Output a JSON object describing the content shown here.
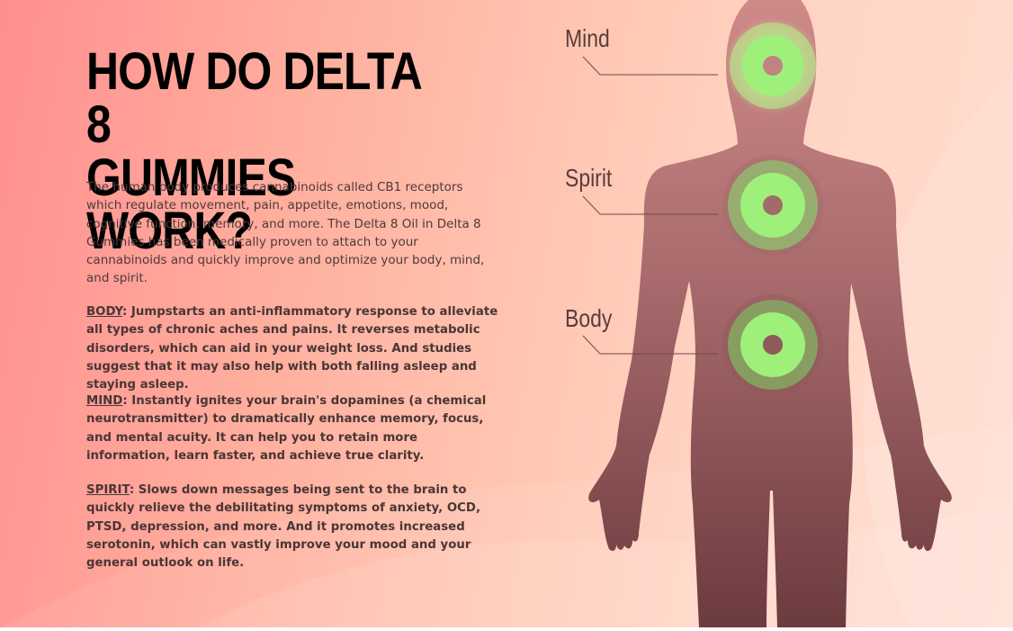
{
  "title": {
    "line1": "HOW DO DELTA 8",
    "line2": "GUMMIES WORK?"
  },
  "intro": "The human body produces cannabinoids called CB1 receptors which regulate movement, pain, appetite, emotions, mood, cognitive function, memory, and more. The Delta 8 Oil in Delta 8 Gummies has been medically proven to attach to your cannabinoids and quickly improve and optimize your body, mind, and spirit.",
  "benefits": {
    "body": {
      "tag": "BODY",
      "text": ": Jumpstarts an anti-inflammatory response to alleviate all types of chronic aches and pains. It reverses metabolic disorders, which can aid in your weight loss. And studies suggest that it may also help with both falling asleep and staying asleep."
    },
    "mind": {
      "tag": "MIND",
      "text": ": Instantly ignites your brain's dopamines (a chemical neurotransmitter) to dramatically enhance memory, focus, and mental acuity. It can help you to retain more information, learn faster, and achieve true clarity."
    },
    "spirit": {
      "tag": "SPIRIT",
      "text": ": Slows down messages being sent to the brain to quickly relieve the debilitating symptoms of anxiety, OCD, PTSD, depression, and more. And it promotes increased serotonin, which can vastly improve your mood and your general outlook on life."
    }
  },
  "figure": {
    "labels": {
      "mind": "Mind",
      "spirit": "Spirit",
      "body": "Body"
    }
  },
  "colors": {
    "silhouette_top": "#cf8a88",
    "silhouette_bottom": "#6c3b3e",
    "chakra_green": "#9ef07a",
    "chakra_center": "#a26a6a"
  }
}
